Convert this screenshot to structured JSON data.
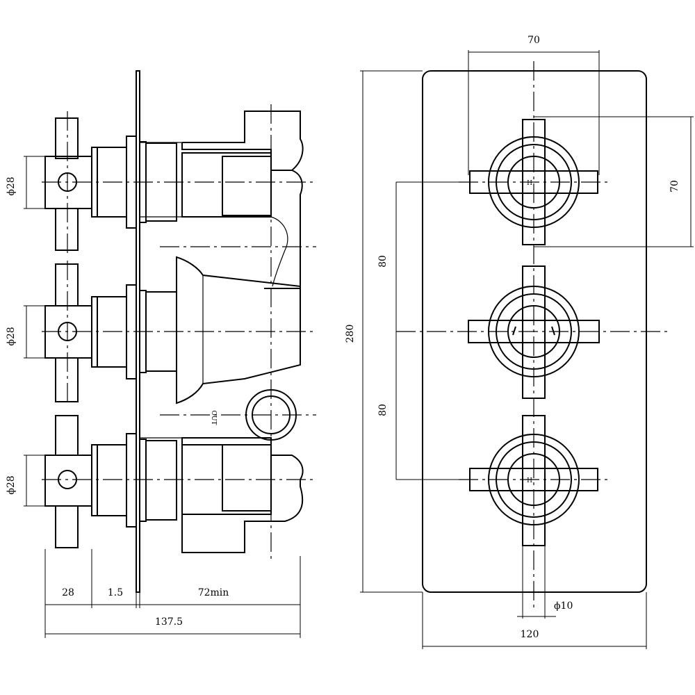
{
  "side_view": {
    "handle_diameters": [
      "ϕ28",
      "ϕ28",
      "ϕ28"
    ],
    "bottom_dims": [
      "28",
      "1.5",
      "72min"
    ],
    "overall": "137.5",
    "outlet_mark": "OUT"
  },
  "front_view": {
    "top_width": "70",
    "right_height": "70",
    "spacing_upper": "80",
    "spacing_lower": "80",
    "overall_height": "280",
    "spindle_diameter": "ϕ10",
    "plate_width": "120",
    "hot_cold_marks": [
      "H",
      "H"
    ]
  }
}
